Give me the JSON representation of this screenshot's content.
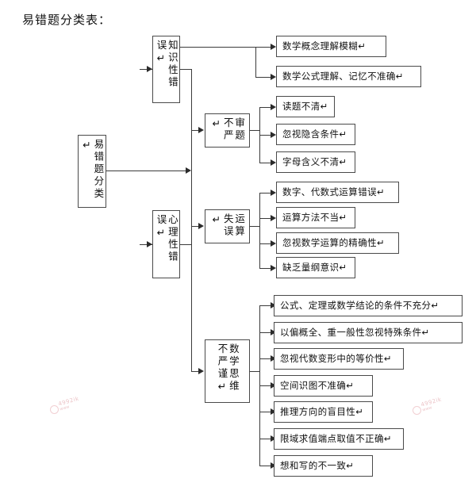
{
  "title": "易错题分类表：",
  "root": {
    "label": "易错题分类↵"
  },
  "branches": [
    {
      "id": "knowledge",
      "label": "知识性错误↵",
      "leaves": [
        {
          "label": "数学概念理解模糊↵"
        },
        {
          "label": "数学公式理解、记忆不准确↵"
        }
      ]
    },
    {
      "id": "psychological",
      "label": "心理性错误↵",
      "groups": [
        {
          "id": "reading",
          "label": "审题不严↵",
          "leaves": [
            {
              "label": "读题不清↵"
            },
            {
              "label": "忽视隐含条件↵"
            },
            {
              "label": "字母含义不清↵"
            }
          ]
        },
        {
          "id": "calculation",
          "label": "运算失误↵",
          "leaves": [
            {
              "label": "数字、代数式运算错误↵"
            },
            {
              "label": "运算方法不当↵"
            },
            {
              "label": "忽视数学运算的精确性↵"
            },
            {
              "label": "缺乏量纲意识↵"
            }
          ]
        },
        {
          "id": "thinking",
          "label": "数学思维不严谨↵",
          "leaves": [
            {
              "label": "公式、定理或数学结论的条件不充分↵"
            },
            {
              "label": "以偏概全、重一般性忽视特殊条件↵"
            },
            {
              "label": "忽视代数变形中的等价性↵"
            },
            {
              "label": "空间识图不准确↵"
            },
            {
              "label": "推理方向的盲目性↵"
            },
            {
              "label": "限域求值端点取值不正确↵"
            },
            {
              "label": "想和写的不一致↵"
            }
          ]
        }
      ]
    }
  ],
  "watermarks": [
    {
      "text": "4992ik",
      "sub": "www"
    },
    {
      "text": "4992ik",
      "sub": "www"
    }
  ],
  "colors": {
    "box_border": "#4a4a4a",
    "connector": "#3b3b3b",
    "text": "#111111",
    "background": "#ffffff",
    "watermark": "#e8b9bd"
  }
}
